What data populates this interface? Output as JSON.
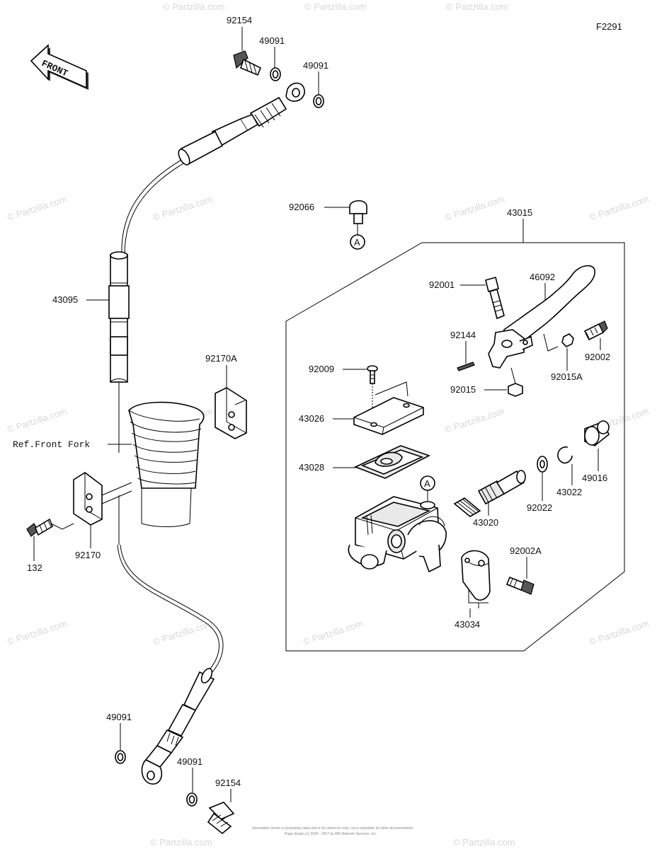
{
  "diagram_code": "F2291",
  "front_label": "FRONT",
  "parts": [
    {
      "id": "p92154_top",
      "number": "92154"
    },
    {
      "id": "p49091_top1",
      "number": "49091"
    },
    {
      "id": "p49091_top2",
      "number": "49091"
    },
    {
      "id": "p43095",
      "number": "43095"
    },
    {
      "id": "p92066",
      "number": "92066"
    },
    {
      "id": "p43015",
      "number": "43015"
    },
    {
      "id": "p92001",
      "number": "92001"
    },
    {
      "id": "p46092",
      "number": "46092"
    },
    {
      "id": "p92144",
      "number": "92144"
    },
    {
      "id": "p92002",
      "number": "92002"
    },
    {
      "id": "p92015A",
      "number": "92015A"
    },
    {
      "id": "p92015",
      "number": "92015"
    },
    {
      "id": "p92009",
      "number": "92009"
    },
    {
      "id": "p43026",
      "number": "43026"
    },
    {
      "id": "p43028",
      "number": "43028"
    },
    {
      "id": "p92170A",
      "number": "92170A"
    },
    {
      "id": "p49016",
      "number": "49016"
    },
    {
      "id": "p43022",
      "number": "43022"
    },
    {
      "id": "p92022",
      "number": "92022"
    },
    {
      "id": "p43020",
      "number": "43020"
    },
    {
      "id": "p92002A",
      "number": "92002A"
    },
    {
      "id": "p43034",
      "number": "43034"
    },
    {
      "id": "p92170",
      "number": "92170"
    },
    {
      "id": "p132",
      "number": "132"
    },
    {
      "id": "p49091_bot1",
      "number": "49091"
    },
    {
      "id": "p49091_bot2",
      "number": "49091"
    },
    {
      "id": "p92154_bot",
      "number": "92154"
    }
  ],
  "ref_label": "Ref.Front Fork",
  "callout_letter": "A",
  "watermark": "© Partzilla.com",
  "footer_line1": "Information herein is proprietary data and is for reference only, not a substitute for other documentation.",
  "footer_line2": "Page design (c) 2004 - 2017 by ARI Network Services, Inc."
}
